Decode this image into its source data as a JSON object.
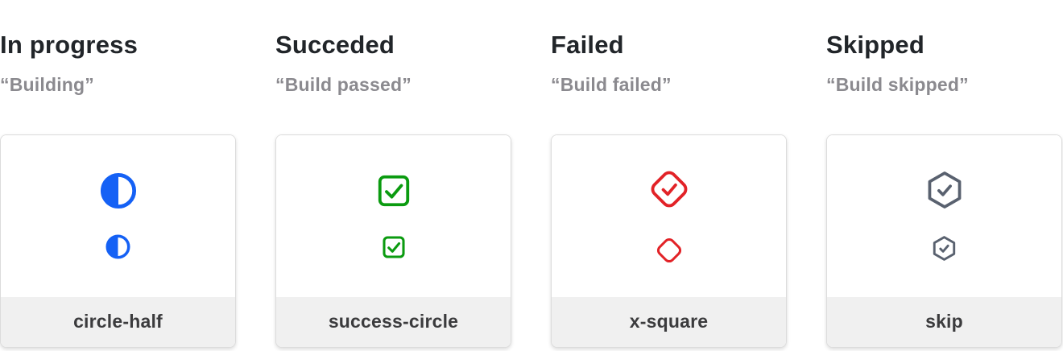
{
  "colors": {
    "background": "#ffffff",
    "card_footer_bg": "#f0f0f0",
    "card_border": "#dcdcdc",
    "heading_text": "#212529",
    "subtitle_text": "#8b8a8f",
    "label_text": "#3b3b3d",
    "blue": "#1561f5",
    "green": "#0b9b10",
    "red": "#e22227",
    "slate": "#59616f"
  },
  "columns": [
    {
      "title": "In progress",
      "subtitle": "“Building”",
      "icon": "circle-half-icon",
      "icon_color": "#1561f5",
      "label": "circle-half"
    },
    {
      "title": "Succeded",
      "subtitle": "“Build passed”",
      "icon": "check-square-icon",
      "icon_color": "#0b9b10",
      "label": "success-circle"
    },
    {
      "title": "Failed",
      "subtitle": "“Build failed”",
      "icon": "check-diamond-icon",
      "icon_color": "#e22227",
      "label": "x-square"
    },
    {
      "title": "Skipped",
      "subtitle": "“Build skipped”",
      "icon": "check-hexagon-icon",
      "icon_color": "#59616f",
      "label": "skip"
    }
  ]
}
